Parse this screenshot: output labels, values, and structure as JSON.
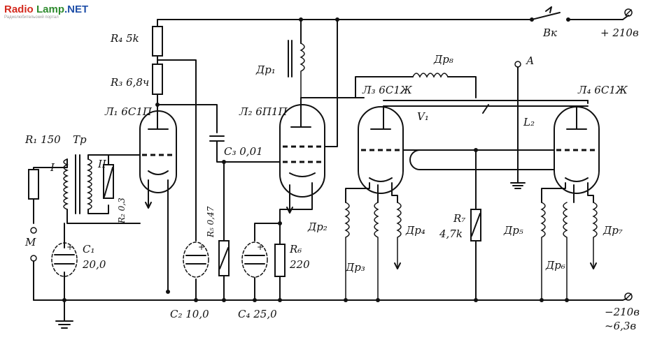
{
  "watermark": {
    "radio": "Radio",
    "lamp": "Lamp",
    "net": ".NET",
    "tagline": "Радиолюбительский портал"
  },
  "colors": {
    "logo_red": "#d42a1e",
    "logo_green": "#2e8b2e",
    "logo_blue": "#1f4fa8",
    "ink": "#111111"
  },
  "labels": {
    "R4": "R₄ 5k",
    "R3": "R₃ 6,8ч",
    "L1": "Л₁ 6С1П",
    "R1": "R₁ 150",
    "Tr": "Тр",
    "I": "I",
    "II": "II",
    "R2": "R₂ 0,3",
    "M": "М",
    "C1": "C₁",
    "C1v": "20,0",
    "C2": "C₂ 10,0",
    "R5": "R₅ 0,47",
    "C3": "C₃ 0,01",
    "Dr1": "Др₁",
    "L2": "Л₂ 6П1П",
    "C4": "C₄ 25,0",
    "R6": "R₆",
    "R6v": "220",
    "Dr8": "Др₈",
    "L3": "Л₃ 6С1Ж",
    "V1": "V₁",
    "Dr2": "Др₂",
    "Dr3": "Др₃",
    "Dr4": "Др₄",
    "R7": "R₇",
    "R7v": "4,7k",
    "A": "А",
    "Lline": "L₂",
    "L4": "Л₄ 6С1Ж",
    "Dr5": "Др₅",
    "Dr6": "Др₆",
    "Dr7": "Др₇",
    "Vk": "Вк",
    "plus": "+ 210в",
    "minus1": "−210в",
    "minus2": "~6,3в"
  }
}
